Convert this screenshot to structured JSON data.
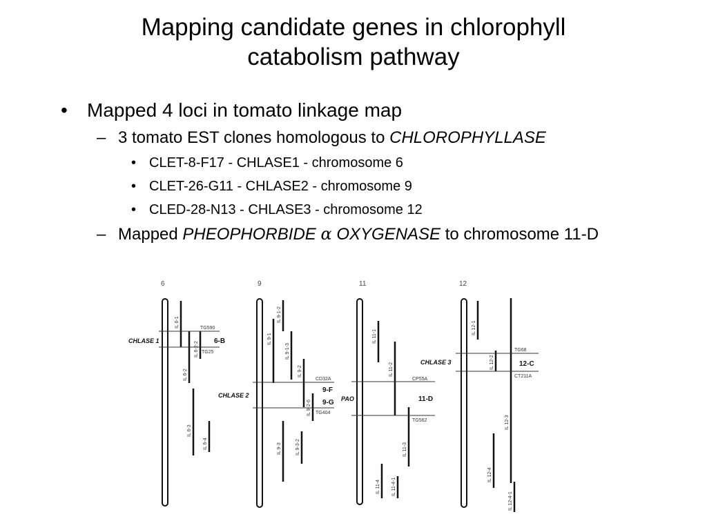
{
  "slide": {
    "title_line1": "Mapping candidate genes in chlorophyll",
    "title_line2": "catabolism pathway"
  },
  "bullets": {
    "l1_marker": "•",
    "l2_marker": "–",
    "l3_marker": "•",
    "b1": "Mapped 4 loci in tomato linkage map",
    "b2_prefix": "3 tomato EST clones homologous to ",
    "b2_gene": "CHLOROPHYLLASE",
    "b3": "CLET-8-F17 - CHLASE1 - chromosome 6",
    "b4": "CLET-26-G11 - CHLASE2 - chromosome 9",
    "b5": "CLED-28-N13 - CHLASE3 - chromosome 12",
    "b6_prefix": "Mapped ",
    "b6_gene_a": "PHEOPHORBIDE",
    "b6_alpha": "α",
    "b6_gene_b": "OXYGENASE",
    "b6_suffix": " to chromosome 11-D"
  },
  "figure": {
    "chromosomes": [
      {
        "number": "6",
        "il_labels": [
          "IL 6-1",
          "IL 6-2-2",
          "IL 6-2",
          "IL 6-3",
          "IL 6-4"
        ],
        "markers": [
          "TG590",
          "TG25"
        ],
        "bin": "6-B",
        "gene": "CHLASE 1"
      },
      {
        "number": "9",
        "il_labels": [
          "IL 9-1-2",
          "IL 9-1",
          "IL 9-1-3",
          "IL 9-2",
          "IL 9-2-6",
          "IL 9-3",
          "IL 9-3-2"
        ],
        "markers": [
          "CD32A",
          "TG404"
        ],
        "bins": [
          "9-F",
          "9-G"
        ],
        "gene": "CHLASE 2"
      },
      {
        "number": "11",
        "il_labels": [
          "IL 11-1",
          "IL 11-2",
          "IL 11-3",
          "IL 11-4",
          "IL 11-4-1"
        ],
        "markers": [
          "CP55A",
          "TG562"
        ],
        "bin": "11-D",
        "gene": "PAO"
      },
      {
        "number": "12",
        "il_labels": [
          "IL 12-1",
          "IL 12-2",
          "IL 12-3",
          "IL 12-4",
          "IL 12-4-1"
        ],
        "markers": [
          "TG68",
          "CT211A"
        ],
        "bin": "12-C",
        "gene": "CHLASE 3"
      }
    ]
  }
}
